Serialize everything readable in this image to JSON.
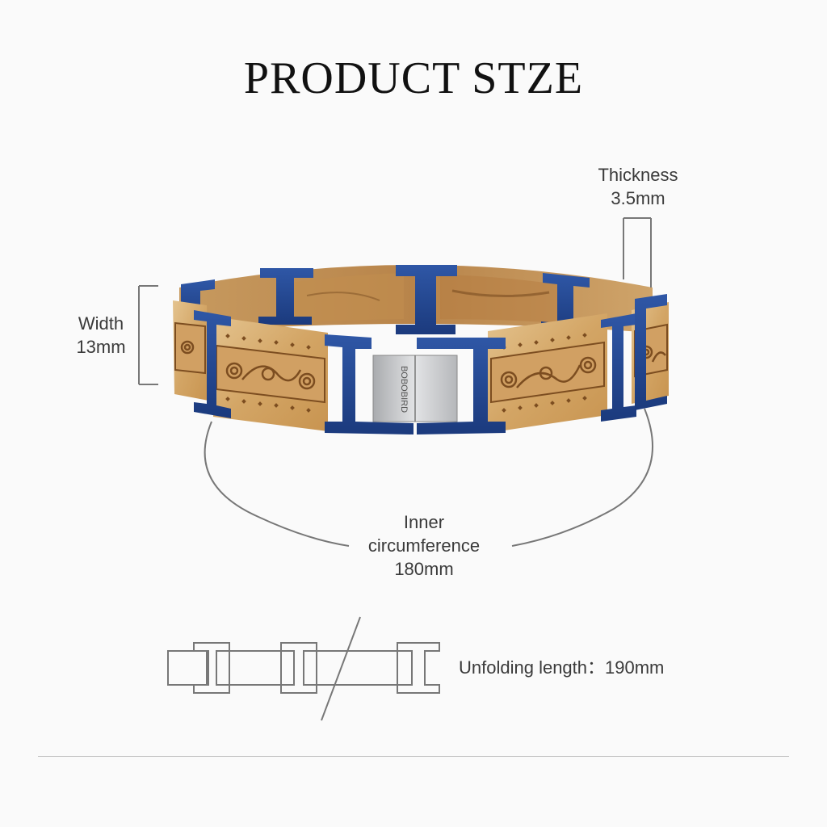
{
  "title": "PRODUCT  STZE",
  "dimensions": {
    "thickness_label": "Thickness",
    "thickness_value": "3.5mm",
    "width_label": "Width",
    "width_value": "13mm",
    "inner_label_line1": "Inner",
    "inner_label_line2": "circumference",
    "inner_value": "180mm",
    "unfolding_text": "Unfolding length：190mm"
  },
  "clasp_brand": "BOBOBIRD",
  "colors": {
    "wood_light": "#d9b178",
    "wood_mid": "#c99a5c",
    "wood_dark": "#8a5a2b",
    "metal_blue": "#24478f",
    "metal_blue_dark": "#15306a",
    "clasp_silver": "#c8c9cb",
    "line_gray": "#777777"
  }
}
